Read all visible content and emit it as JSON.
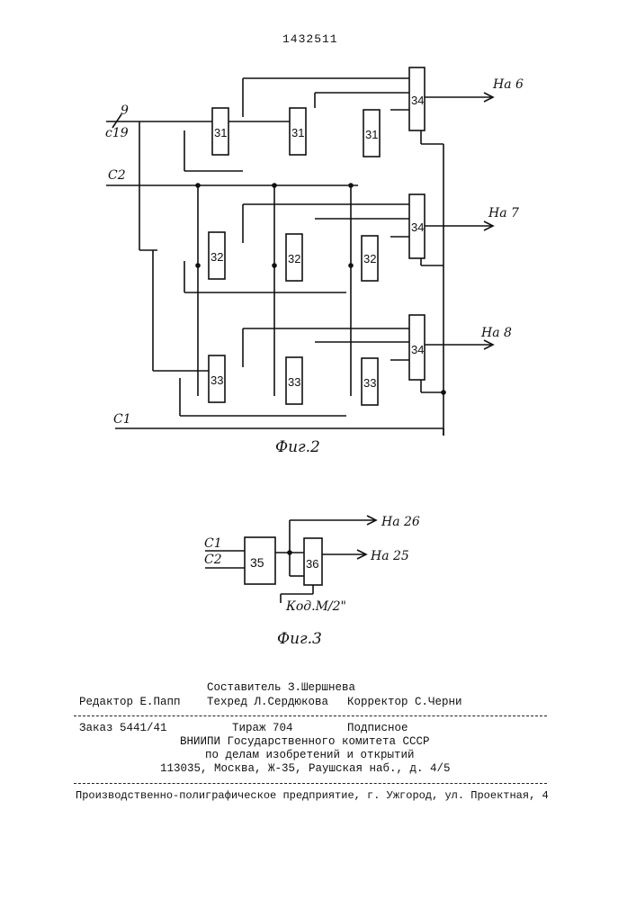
{
  "patent_number": "1432511",
  "fig2": {
    "caption": "Фиг.2",
    "input_label": "с19",
    "bus_width": "9",
    "c2_label": "С2",
    "c1_label": "С1",
    "row_block_labels": [
      "31",
      "32",
      "33"
    ],
    "combiner_label": "34",
    "outputs": [
      "На 6",
      "На 7",
      "На 8"
    ]
  },
  "fig3": {
    "caption": "Фиг.3",
    "input_c1": "С1",
    "input_c2": "С2",
    "block_35": "35",
    "block_36": "36",
    "output_26": "На 26",
    "output_25": "На 25",
    "code_label": "Код.М/2\""
  },
  "imprint": {
    "compiler": "Составитель З.Шершнева",
    "editor": "Редактор Е.Папп",
    "techred": "Техред Л.Сердюкова",
    "corrector": "Корректор С.Черни",
    "order": "Заказ 5441/41",
    "circulation": "Тираж 704",
    "subscription": "Подписное",
    "org_line1": "ВНИИПИ Государственного комитета СССР",
    "org_line2": "по делам изобретений и открытий",
    "address": "113035, Москва, Ж-35, Раушская наб., д. 4/5",
    "printer": "Производственно-полиграфическое предприятие, г. Ужгород, ул. Проектная, 4"
  }
}
